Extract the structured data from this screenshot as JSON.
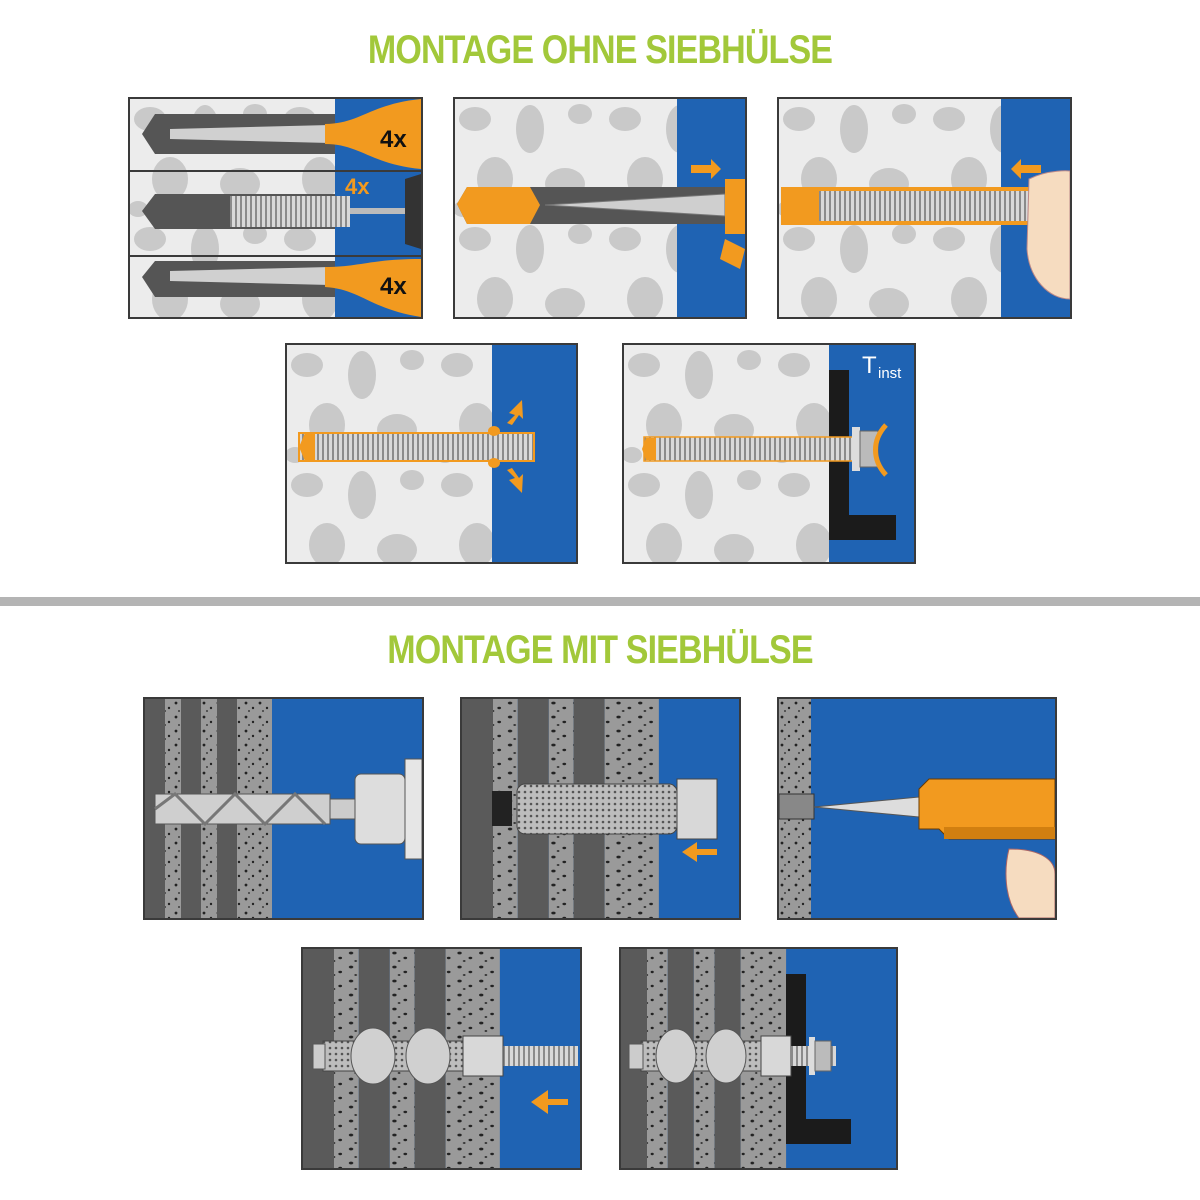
{
  "sections": [
    {
      "title": "MONTAGE OHNE SIEBHÜLSE",
      "steps": [
        {
          "name": "clean-blow-brush",
          "labels": [
            "4x",
            "4x",
            "4x"
          ]
        },
        {
          "name": "inject-mortar"
        },
        {
          "name": "insert-rod"
        },
        {
          "name": "cure"
        },
        {
          "name": "tighten",
          "torque_label": "T",
          "torque_sub": "inst"
        }
      ]
    },
    {
      "title": "MONTAGE MIT SIEBHÜLSE",
      "steps": [
        {
          "name": "drill"
        },
        {
          "name": "insert-sleeve"
        },
        {
          "name": "inject-mortar"
        },
        {
          "name": "insert-rod"
        },
        {
          "name": "tighten"
        }
      ]
    }
  ],
  "colors": {
    "title": "#a2c83a",
    "blue": "#1f63b3",
    "orange": "#f29a1f",
    "concrete": "#ececec",
    "stone": "#c9c9c9",
    "masonry": "#5a5a5a"
  }
}
